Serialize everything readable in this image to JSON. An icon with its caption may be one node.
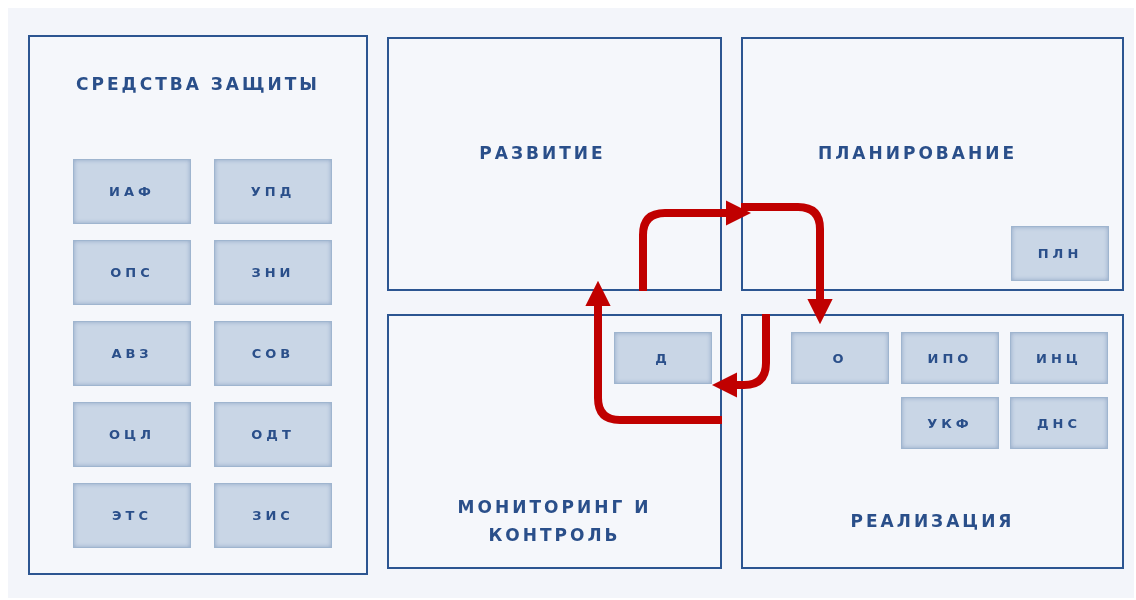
{
  "diagram": {
    "nodes": [
      {
        "text": [
          "СРЕДСТВА ЗАЩИТЫ"
        ]
      },
      {
        "text": [
          "ИАФ"
        ],
        "in": 0
      },
      {
        "text": [
          "УПД"
        ],
        "in": 0
      },
      {
        "text": [
          "ОПС"
        ],
        "in": 0
      },
      {
        "text": [
          "ЗНИ"
        ],
        "in": 0
      },
      {
        "text": [
          "АВЗ"
        ],
        "in": 0
      },
      {
        "text": [
          "СОВ"
        ],
        "in": 0
      },
      {
        "text": [
          "ОЦЛ"
        ],
        "in": 0
      },
      {
        "text": [
          "ОДТ"
        ],
        "in": 0
      },
      {
        "text": [
          "ЭТС"
        ],
        "in": 0
      },
      {
        "text": [
          "ЗИС"
        ],
        "in": 0
      },
      {
        "text": [
          "РАЗВИТИЕ"
        ]
      },
      {
        "text": [
          "ПЛАНИРОВАНИЕ"
        ]
      },
      {
        "text": [
          "ПЛН"
        ],
        "in": 12
      },
      {
        "text": [
          "МОНИТОРИНГ И КОНТРОЛЬ"
        ]
      },
      {
        "text": [
          "Д"
        ],
        "in": 14
      },
      {
        "text": [
          "РЕАЛИЗАЦИЯ"
        ]
      },
      {
        "text": [
          "О"
        ],
        "in": 16
      },
      {
        "text": [
          "ИПО"
        ],
        "in": 16
      },
      {
        "text": [
          "ИНЦ"
        ],
        "in": 16
      },
      {
        "text": [
          "УКФ"
        ],
        "in": 16
      },
      {
        "text": [
          "ДНС"
        ],
        "in": 16
      }
    ],
    "edges": [
      {
        "from": 11,
        "to": 12,
        "arrow": "to"
      },
      {
        "from": 12,
        "to": 16,
        "arrow": "to"
      },
      {
        "from": 16,
        "to": 14,
        "arrow": "to"
      },
      {
        "from": 14,
        "to": 11,
        "arrow": "to"
      }
    ]
  }
}
